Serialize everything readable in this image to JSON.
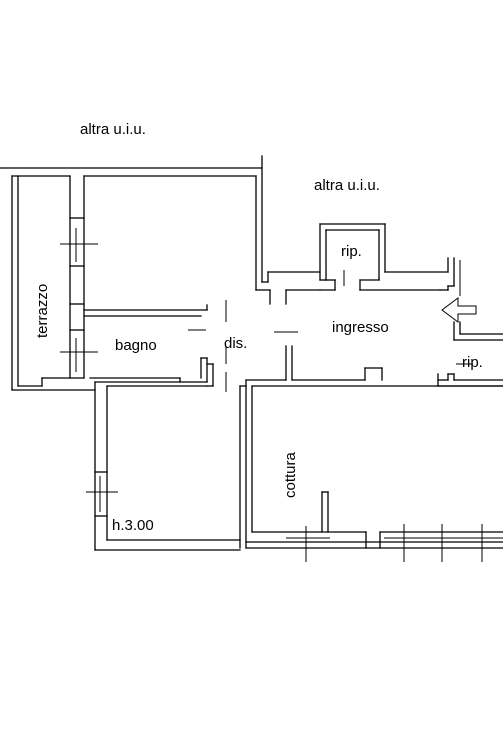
{
  "labels": {
    "altra_top": "altra u.i.u.",
    "altra_right": "altra u.i.u.",
    "terrazzo": "terrazzo",
    "bagno": "bagno",
    "dis": "dis.",
    "rip_top": "rip.",
    "ingresso": "ingresso",
    "rip_right": "rip.",
    "cottura": "cottura",
    "height": "h.3.00"
  }
}
